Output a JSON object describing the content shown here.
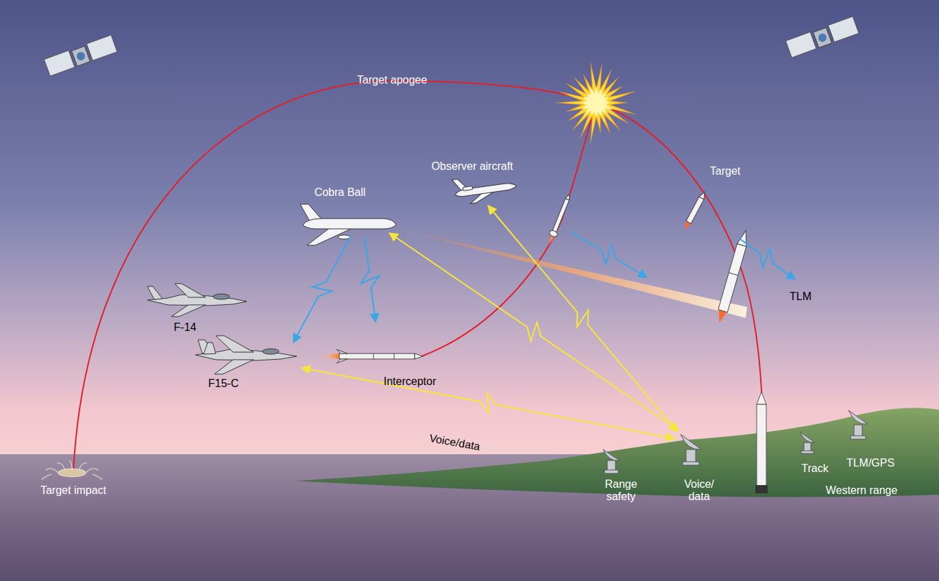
{
  "diagram": {
    "labels": [
      "Target apogee",
      "Target",
      "Observer aircraft",
      "Cobra Ball",
      "TLM",
      "F-14",
      "F15-C",
      "Interceptor",
      "Voice/data",
      "Target impact",
      "Range safety",
      "Voice/ data",
      "Track",
      "TLM/GPS",
      "Western range"
    ]
  }
}
